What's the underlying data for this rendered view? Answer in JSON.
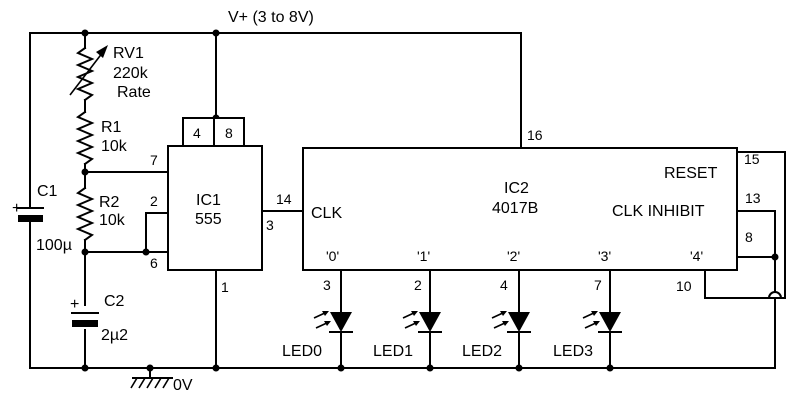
{
  "supply": "V+ (3 to 8V)",
  "ground": "0V",
  "rv1": {
    "ref": "RV1",
    "value": "220k",
    "note": "Rate"
  },
  "r1": {
    "ref": "R1",
    "value": "10k"
  },
  "r2": {
    "ref": "R2",
    "value": "10k"
  },
  "c1": {
    "ref": "C1",
    "value": "100µ",
    "polarity": "+"
  },
  "c2": {
    "ref": "C2",
    "value": "2µ2",
    "polarity": "+"
  },
  "ic1": {
    "ref": "IC1",
    "part": "555",
    "pins": {
      "p4": "4",
      "p8": "8",
      "p7": "7",
      "p2": "2",
      "p6": "6",
      "p3": "3",
      "p1": "1"
    }
  },
  "ic2": {
    "ref": "IC2",
    "part": "4017B",
    "clk": "CLK",
    "reset": "RESET",
    "clk_inhibit": "CLK INHIBIT",
    "outputs": [
      "'0'",
      "'1'",
      "'2'",
      "'3'",
      "'4'"
    ],
    "pins": {
      "p16": "16",
      "p14": "14",
      "p15": "15",
      "p13": "13",
      "p8": "8",
      "p10": "10",
      "out0": "3",
      "out1": "2",
      "out2": "4",
      "out3": "7"
    }
  },
  "leds": [
    "LED0",
    "LED1",
    "LED2",
    "LED3"
  ]
}
